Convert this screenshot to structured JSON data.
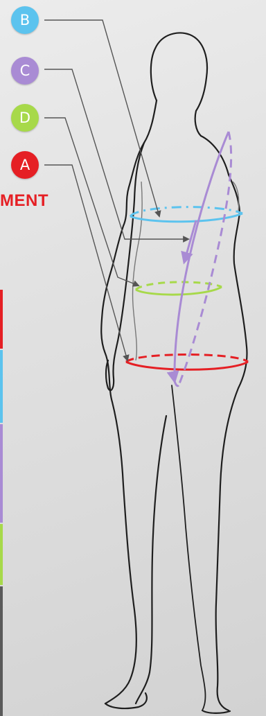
{
  "badges": {
    "b": {
      "label": "B",
      "color": "#5cc3ee"
    },
    "c": {
      "label": "C",
      "color": "#a98bd4"
    },
    "d": {
      "label": "D",
      "color": "#a7d94a"
    },
    "a": {
      "label": "A",
      "color": "#e51f24"
    }
  },
  "heading": {
    "text": "MENT",
    "color": "#e51f24"
  },
  "colors": {
    "bust": "#5cc3ee",
    "torso": "#a98bd4",
    "waist": "#a7d94a",
    "hips": "#e51f24",
    "outline": "#1e1e1e",
    "leader": "#555555"
  }
}
